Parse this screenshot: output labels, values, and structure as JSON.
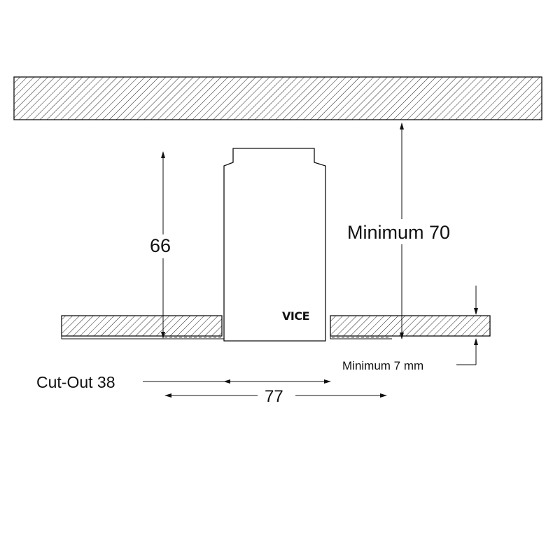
{
  "diagram": {
    "labels": {
      "height": "66",
      "min_clearance": "Minimum 70",
      "min_thickness": "Minimum 7 mm",
      "cutout": "Cut-Out 38",
      "width": "77"
    },
    "brand": "VICE",
    "colors": {
      "line": "#111111",
      "hatch": "#222222",
      "background": "#ffffff"
    }
  }
}
